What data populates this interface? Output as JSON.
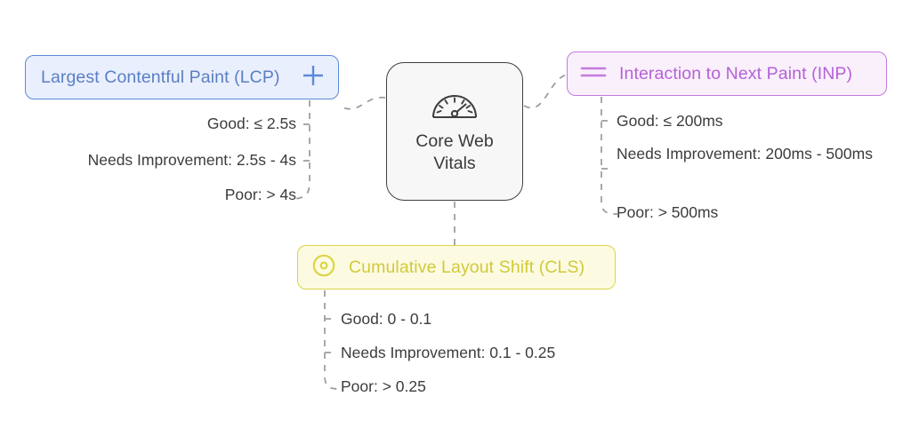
{
  "diagram": {
    "type": "mindmap",
    "background": "#ffffff",
    "edge_color": "#9a9a9a",
    "edge_style": "dashed"
  },
  "center": {
    "label_line1": "Core Web",
    "label_line2": "Vitals",
    "icon": "gauge-icon",
    "fill": "#f7f7f7",
    "border": "#3f3f3f",
    "text_color": "#3a3a3a"
  },
  "branches": [
    {
      "id": "lcp",
      "label": "Largest Contentful Paint (LCP)",
      "icon": "plus-icon",
      "fill": "#e9effc",
      "border": "#5b8ad8",
      "text_color": "#5b7fc4",
      "leaves": [
        "Good: ≤ 2.5s",
        "Needs Improvement: 2.5s - 4s",
        "Poor: > 4s"
      ]
    },
    {
      "id": "inp",
      "label": "Interaction to Next Paint (INP)",
      "icon": "equals-bars-icon",
      "fill": "#f9f0fc",
      "border": "#c47ae0",
      "text_color": "#b561d6",
      "leaves": [
        "Good: ≤ 200ms",
        "Needs Improvement: 200ms - 500ms",
        "Poor: > 500ms"
      ]
    },
    {
      "id": "cls",
      "label": "Cumulative Layout Shift (CLS)",
      "icon": "target-dot-icon",
      "fill": "#fcfbe2",
      "border": "#dcd444",
      "text_color": "#d2c939",
      "leaves": [
        "Good: 0 - 0.1",
        "Needs Improvement: 0.1 - 0.25",
        "Poor: > 0.25"
      ]
    }
  ]
}
